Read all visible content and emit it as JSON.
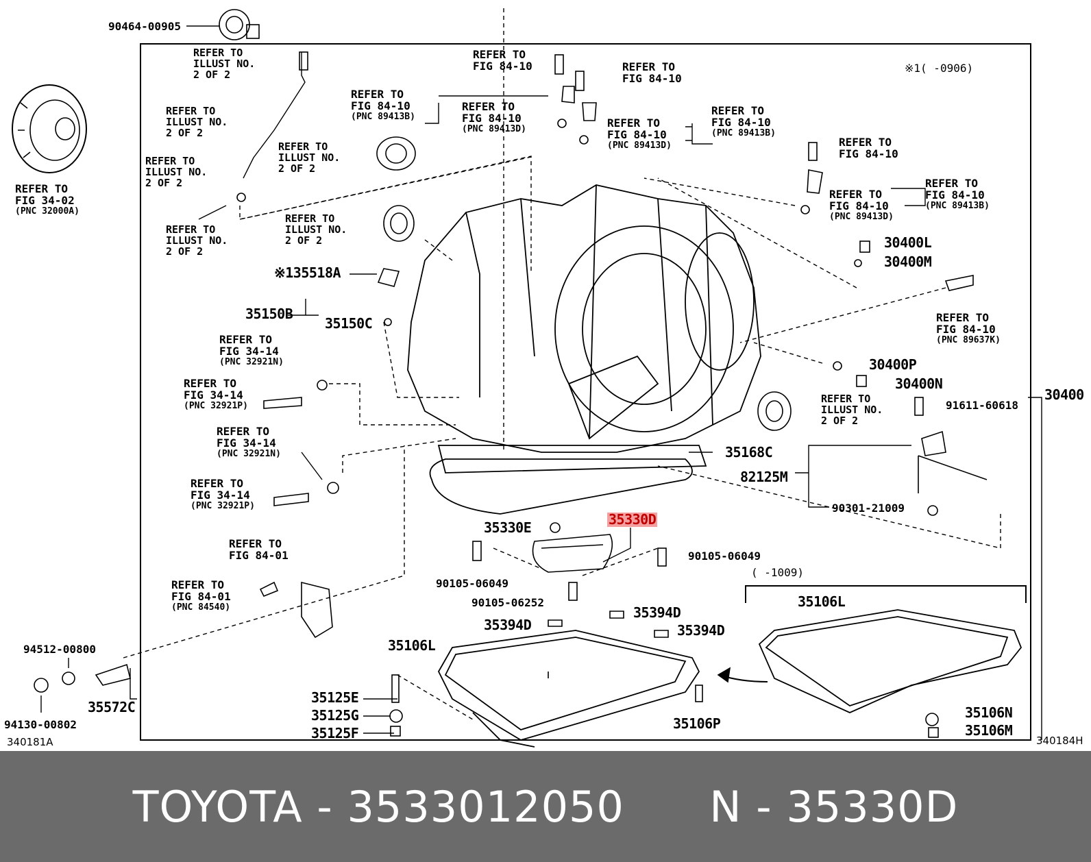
{
  "callouts": {
    "p90464": "90464-00905",
    "ref_top_bolt": [
      "REFER TO",
      "ILLUST NO.",
      "2 OF 2"
    ],
    "ref_a": [
      "REFER TO",
      "ILLUST NO.",
      "2 OF 2"
    ],
    "ref_b": [
      "REFER TO",
      "ILLUST NO.",
      "2 OF 2"
    ],
    "ref_c": [
      "REFER TO",
      "ILLUST NO.",
      "2 OF 2"
    ],
    "ref_d": [
      "REFER TO",
      "ILLUST NO.",
      "2 OF 2"
    ],
    "ref_e": [
      "REFER TO",
      "ILLUST NO.",
      "2 OF 2"
    ],
    "ref_converter": [
      "REFER TO",
      "FIG 34-02",
      "(PNC 32000A)"
    ],
    "ref_fig8410_a": [
      "REFER TO",
      "FIG 84-10"
    ],
    "ref_fig8410_b": [
      "REFER TO",
      "FIG 84-10",
      "(PNC 89413B)"
    ],
    "ref_fig8410_c": [
      "REFER TO",
      "FIG 84-10",
      "(PNC 89413D)"
    ],
    "ref_fig8410_d": [
      "REFER TO",
      "FIG 84-10"
    ],
    "ref_fig8410_e": [
      "REFER TO",
      "FIG 84-10",
      "(PNC 89413D)"
    ],
    "ref_fig8410_f": [
      "REFER TO",
      "FIG 84-10",
      "(PNC 89413B)"
    ],
    "ref_fig8410_g": [
      "REFER TO",
      "FIG 84-10"
    ],
    "ref_fig8410_h": [
      "REFER TO",
      "FIG 84-10",
      "(PNC 89413D)"
    ],
    "ref_fig8410_i": [
      "REFER TO",
      "FIG 84-10",
      "(PNC 89413B)"
    ],
    "ref_fig8410_j": [
      "REFER TO",
      "FIG 84-10",
      "(PNC 89637K)"
    ],
    "ref_fig3414_a": [
      "REFER TO",
      "FIG 34-14",
      "(PNC 32921N)"
    ],
    "ref_fig3414_b": [
      "REFER TO",
      "FIG 34-14",
      "(PNC 32921P)"
    ],
    "ref_fig3414_c": [
      "REFER TO",
      "FIG 34-14",
      "(PNC 32921N)"
    ],
    "ref_fig3414_d": [
      "REFER TO",
      "FIG 34-14",
      "(PNC 32921P)"
    ],
    "ref_fig8401_a": [
      "REFER TO",
      "FIG 84-01"
    ],
    "ref_fig8401_b": [
      "REFER TO",
      "FIG 84-01",
      "(PNC 84540)"
    ],
    "ref_seal_right": [
      "REFER TO",
      "ILLUST NO.",
      "2 OF 2"
    ],
    "note_top_right": "※1(     -0906)",
    "note_pan_range": "(     -1009)",
    "p35518A": "※135518A",
    "p35150B": "35150B",
    "p35150C": "35150C",
    "p30400L": "30400L",
    "p30400M": "30400M",
    "p30400P": "30400P",
    "p30400N": "30400N",
    "p30400": "30400",
    "p91611": "91611-60618",
    "p82125M": "82125M",
    "p90301": "90301-21009",
    "p35168C": "35168C",
    "p35330E": "35330E",
    "p35330D": "35330D",
    "p90105_a": "90105-06049",
    "p90105_b": "90105-06049",
    "p90105_c": "90105-06252",
    "p35394D_a": "35394D",
    "p35394D_b": "35394D",
    "p35394D_c": "35394D",
    "p35106L_a": "35106L",
    "p35106L_b": "35106L",
    "p35106P": "35106P",
    "p35106N": "35106N",
    "p35106M": "35106M",
    "p35125E": "35125E",
    "p35125G": "35125G",
    "p35125F": "35125F",
    "p94512": "94512-00800",
    "p94130": "94130-00802",
    "p35572C": "35572C",
    "code_left": "340181A",
    "code_right": "340184H"
  },
  "footer": {
    "brand": "TOYOTA",
    "sep1": " - ",
    "part_number": "3533012050",
    "gap": "      ",
    "prefix": "N",
    "sep2": " - ",
    "illustration_code": "35330D"
  },
  "colors": {
    "highlight": "#f4a0a0",
    "footer_bg": "#6b6b6b"
  }
}
